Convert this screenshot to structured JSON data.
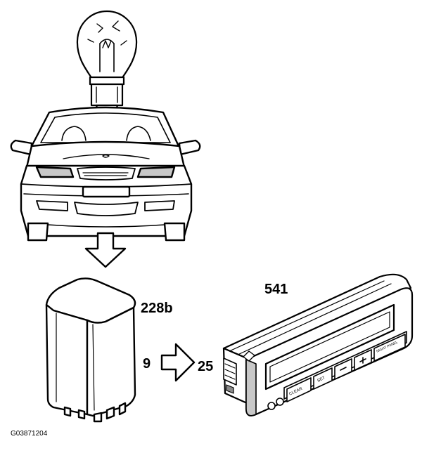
{
  "labels": {
    "display_unit": "541",
    "relay": "228b",
    "relay_pin": "9",
    "display_pin": "25",
    "figure_code": "G03871204"
  },
  "buttons": {
    "clear": "CLEAR",
    "set": "SET",
    "minus": "-",
    "plus": "+",
    "night_panel": "NIGHT PANEL"
  },
  "icons": [
    "bulb-icon",
    "car-front-icon",
    "down-arrow-icon",
    "relay-icon",
    "right-arrow-icon",
    "display-unit-icon"
  ],
  "colors": {
    "line": "#000000",
    "background": "#ffffff",
    "light_shade": "#c8c8c8",
    "dark_shade": "#8a8a8a"
  }
}
